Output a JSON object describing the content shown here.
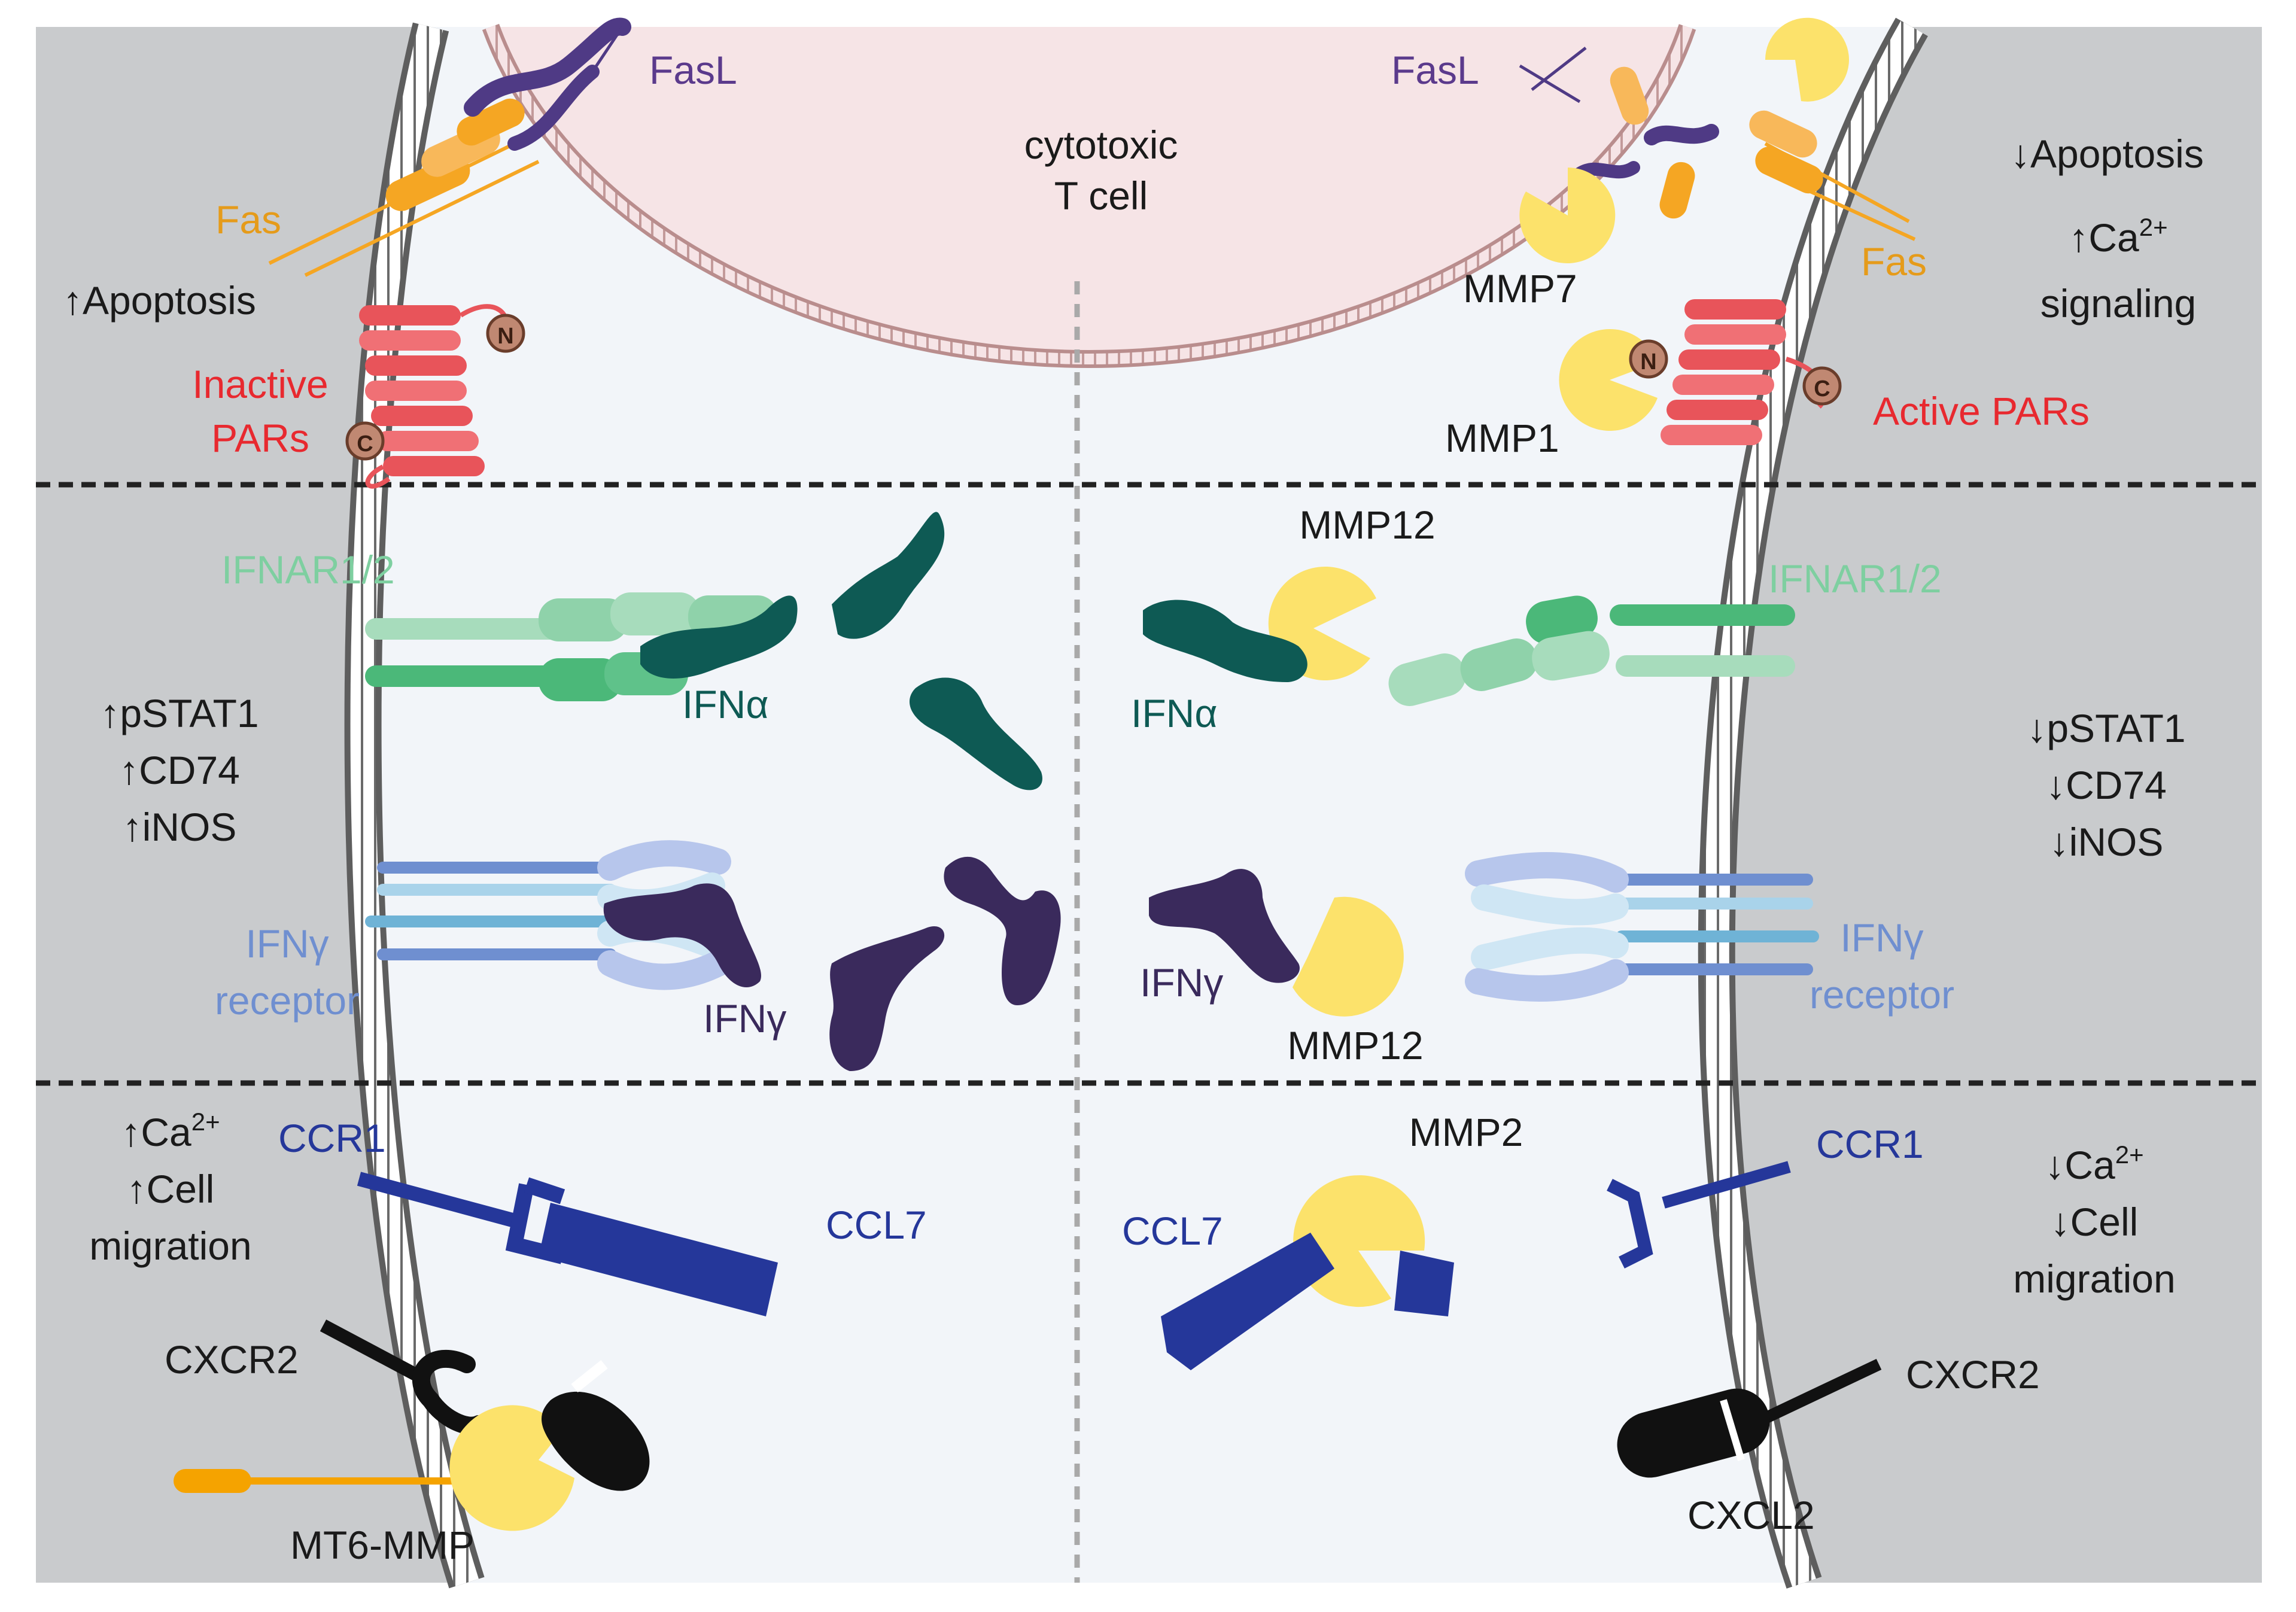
{
  "colors": {
    "background_cell": "#c9cbcd",
    "background_space": "#f2f5f9",
    "tcell_fill": "#f6e4e6",
    "tcell_border": "#b98d8d",
    "membrane": "#5e5e5e",
    "fas": "#f5a623",
    "fasl": "#5b3a8c",
    "pars": "#e8545a",
    "ifnar_light": "#7ecfa0",
    "ifnar_dark": "#4bb879",
    "ifn_alpha": "#0e5a54",
    "ifngr_light": "#a9d3ea",
    "ifngr_dark": "#6f8fd0",
    "ifn_gamma": "#3a2a5c",
    "ccr1": "#25379a",
    "mmp": "#fce26b",
    "cxcr2": "#111111",
    "mt6_anchor": "#f5a300"
  },
  "tcell": {
    "line1": "cytotoxic",
    "line2": "T cell"
  },
  "left": {
    "fasl": "FasL",
    "fas": "Fas",
    "apoptosis": "↑Apoptosis",
    "pars_line1": "Inactive",
    "pars_line2": "PARs",
    "pars_n": "N",
    "pars_c": "C",
    "ifnar": "IFNAR1/2",
    "ifn_alpha": "IFNα",
    "effects": [
      "↑pSTAT1",
      "↑CD74",
      "↑iNOS"
    ],
    "ifngr_line1": "IFNγ",
    "ifngr_line2": "receptor",
    "ifn_gamma": "IFNγ",
    "ca_arrow": "↑Ca",
    "ca_sup": "2+",
    "cell_line1": "↑Cell",
    "cell_line2": "migration",
    "ccr1": "CCR1",
    "ccl7": "CCL7",
    "cxcr2": "CXCR2",
    "mt6": "MT6-MMP"
  },
  "right": {
    "fasl": "FasL",
    "fas": "Fas",
    "mmp7": "MMP7",
    "mmp1": "MMP1",
    "apoptosis": "↓Apoptosis",
    "ca_arrow": "↑Ca",
    "ca_sup": "2+",
    "signaling": "signaling",
    "pars": "Active PARs",
    "pars_n": "N",
    "pars_c": "C",
    "mmp12_top": "MMP12",
    "ifnar": "IFNAR1/2",
    "ifn_alpha": "IFNα",
    "effects": [
      "↓pSTAT1",
      "↓CD74",
      "↓iNOS"
    ],
    "ifn_gamma": "IFNγ",
    "mmp12_bottom": "MMP12",
    "ifngr_line1": "IFNγ",
    "ifngr_line2": "receptor",
    "mmp2": "MMP2",
    "ccl7": "CCL7",
    "ccr1": "CCR1",
    "ca_arrow2": "↓Ca",
    "ca_sup2": "2+",
    "cell_line1": "↓Cell",
    "cell_line2": "migration",
    "cxcr2": "CXCR2",
    "cxcl2": "CXCL2"
  }
}
